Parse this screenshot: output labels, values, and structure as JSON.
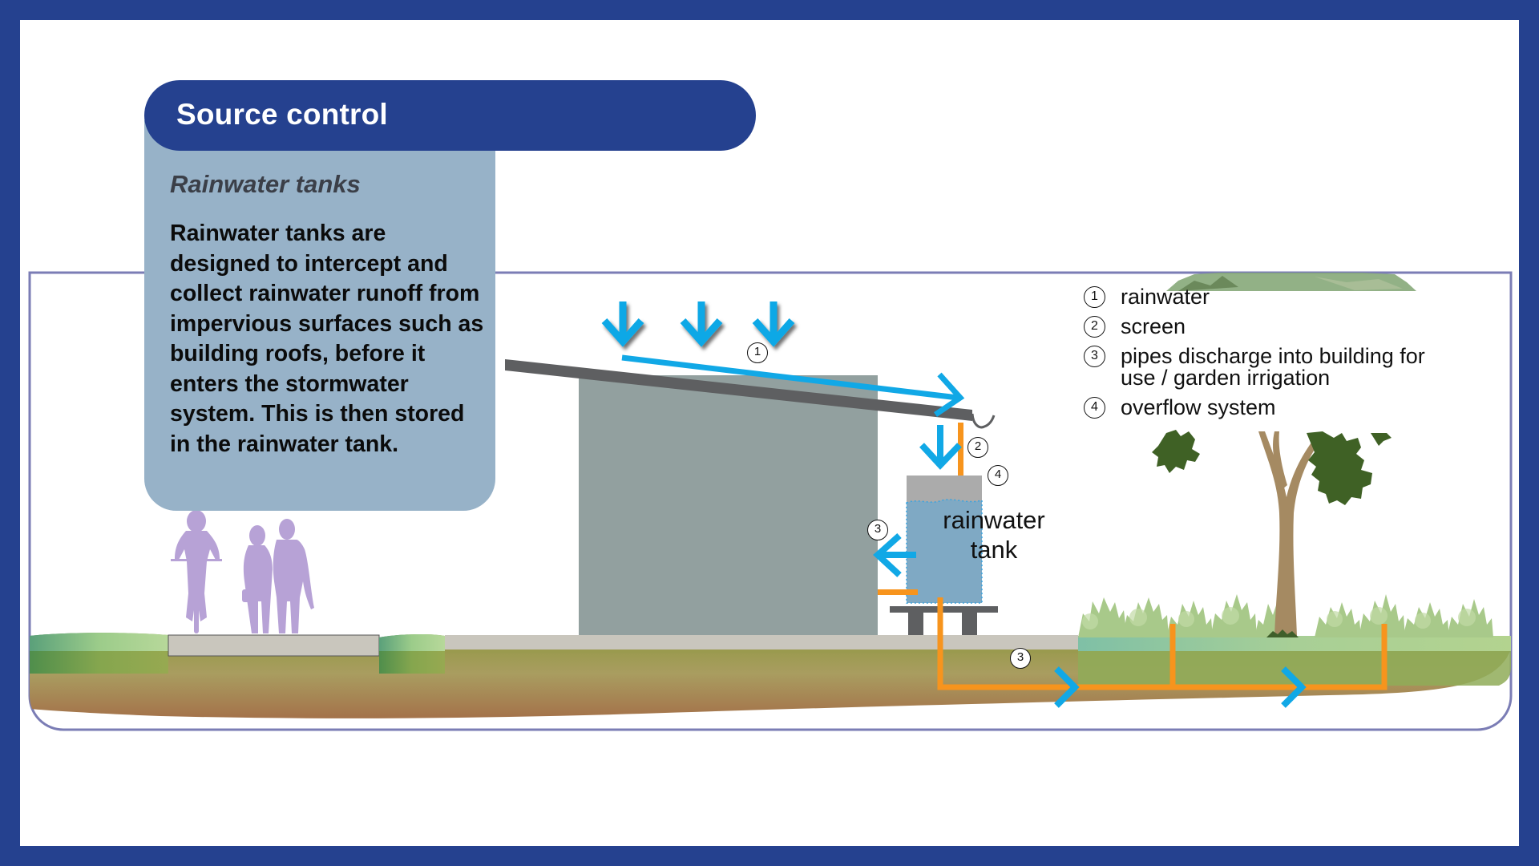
{
  "header": {
    "title": "Source control"
  },
  "panel": {
    "subtitle": "Rainwater tanks",
    "body": "Rainwater tanks are designed to intercept and collect rainwater runoff from impervious surfaces such as building roofs, before it enters the stormwater system. This is then stored in the rainwater tank."
  },
  "legend": [
    {
      "num": "1",
      "text": "rainwater"
    },
    {
      "num": "2",
      "text": "screen"
    },
    {
      "num": "3",
      "text": "pipes discharge into building for use / garden irrigation"
    },
    {
      "num": "4",
      "text": "overflow system"
    }
  ],
  "diagram": {
    "tank_label_line1": "rainwater",
    "tank_label_line2": "tank",
    "badges": {
      "rain": "1",
      "screen": "2",
      "discharge_building": "3",
      "overflow": "4",
      "discharge_garden": "3"
    }
  },
  "colors": {
    "brand_blue": "#25418f",
    "panel_blue": "#97b2c8",
    "water_arrow": "#11a8e6",
    "pipe_orange": "#f7941d",
    "people": "#b7a2d6",
    "frame": "#7b7db5"
  }
}
